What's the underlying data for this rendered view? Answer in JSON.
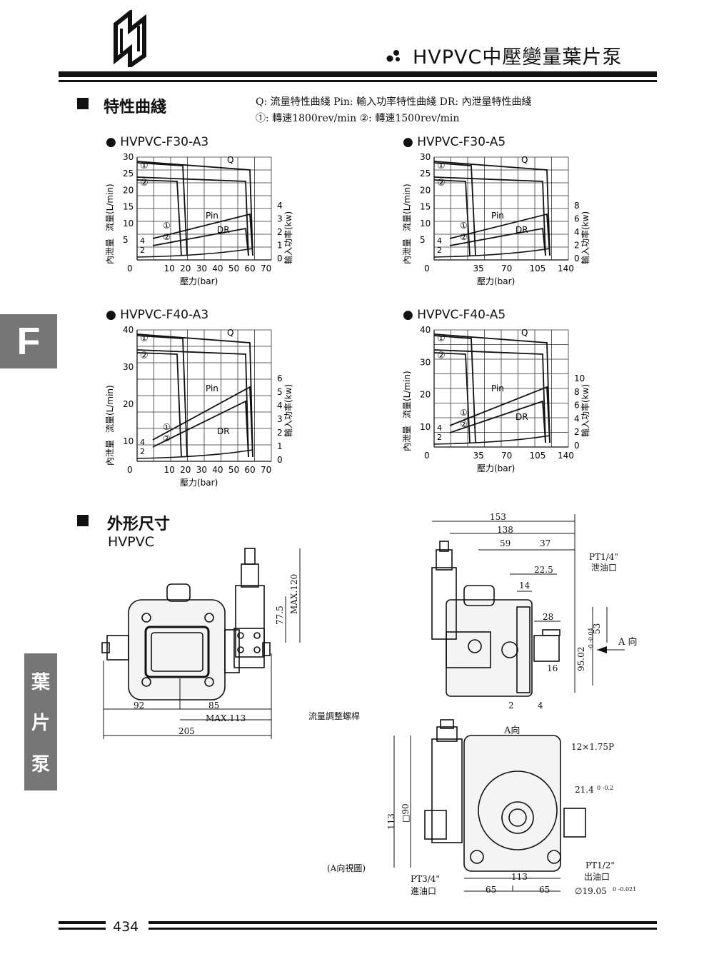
{
  "header": {
    "title": "HVPVC中壓變量葉片泵"
  },
  "section1": {
    "title": "特性曲綫",
    "legend_line1": "Q:  流量特性曲綫     Pin:  輸入功率特性曲綫     DR:  內泄量特性曲綫",
    "legend_line2": "①: 轉速1800rev/min    ②: 轉速1500rev/min"
  },
  "charts_common": {
    "xlabel": "壓力(bar)",
    "ylabel_left": "流量(L/min)",
    "ylabel_left2": "內泄量",
    "ylabel_right": "輸入功率(kw)",
    "label_q": "Q",
    "label_pin": "Pin",
    "label_dr": "DR",
    "marker1": "①",
    "marker2": "②"
  },
  "chart_data": [
    {
      "type": "line",
      "title": "HVPVC-F30-A3",
      "x_ticks": [
        "0",
        "10",
        "20",
        "30",
        "40",
        "50",
        "60",
        "70"
      ],
      "y_ticks": [
        "5",
        "10",
        "15",
        "20",
        "25",
        "30"
      ],
      "y_ticks_small": [
        "2",
        "4"
      ],
      "y2_ticks": [
        "0",
        "1",
        "2",
        "3",
        "4"
      ]
    },
    {
      "type": "line",
      "title": "HVPVC-F30-A5",
      "x_ticks": [
        "0",
        "35",
        "70",
        "105",
        "140"
      ],
      "y_ticks": [
        "5",
        "10",
        "15",
        "20",
        "25",
        "30"
      ],
      "y_ticks_small": [
        "2",
        "4"
      ],
      "y2_ticks": [
        "0",
        "2",
        "4",
        "6",
        "8"
      ]
    },
    {
      "type": "line",
      "title": "HVPVC-F40-A3",
      "x_ticks": [
        "0",
        "10",
        "20",
        "30",
        "40",
        "50",
        "60",
        "70"
      ],
      "y_ticks": [
        "10",
        "20",
        "30",
        "40"
      ],
      "y_ticks_small": [
        "2",
        "4"
      ],
      "y2_ticks": [
        "0",
        "1",
        "2",
        "3",
        "4",
        "5",
        "6"
      ]
    },
    {
      "type": "line",
      "title": "HVPVC-F40-A5",
      "x_ticks": [
        "0",
        "35",
        "70",
        "105",
        "140"
      ],
      "y_ticks": [
        "10",
        "20",
        "30",
        "40"
      ],
      "y_ticks_small": [
        "2",
        "4"
      ],
      "y2_ticks": [
        "0",
        "2",
        "4",
        "6",
        "8",
        "10"
      ]
    }
  ],
  "section2": {
    "title": "外形尺寸",
    "model": "HVPVC"
  },
  "dims": {
    "d92": "92",
    "d85": "85",
    "max113": "MAX.113",
    "d205": "205",
    "d77_5": "77.5",
    "max120": "MAX.120",
    "adj_screw": "流量調整螺桿",
    "d153": "153",
    "d138": "138",
    "d59": "59",
    "d37": "37",
    "d22_5": "22.5",
    "d14": "14",
    "d28": "28",
    "d16": "16",
    "d53": "53",
    "d95": "95.02",
    "d95_tol": "-0 -0.04",
    "d2": "2",
    "d4": "4",
    "pt14": "PT1/4\"",
    "drain": "泄油口",
    "a_dir": "A 向",
    "a_view": "A向",
    "m12": "12×1.75P",
    "d21_4": "21.4",
    "d21_4_tol": "0 -0.2",
    "d113v": "113",
    "d90": "□90",
    "aview_fig": "(A向視圖)",
    "pt34": "PT3/4\"",
    "inlet": "進油口",
    "d113h": "113",
    "d65a": "65",
    "d65b": "65",
    "pt12": "PT1/2\"",
    "outlet": "出油口",
    "d19": "∅19.05",
    "d19_tol": "0 -0.021"
  },
  "sidebar": {
    "letter": "F",
    "c1": "葉",
    "c2": "片",
    "c3": "泵"
  },
  "footer": {
    "page": "434"
  }
}
